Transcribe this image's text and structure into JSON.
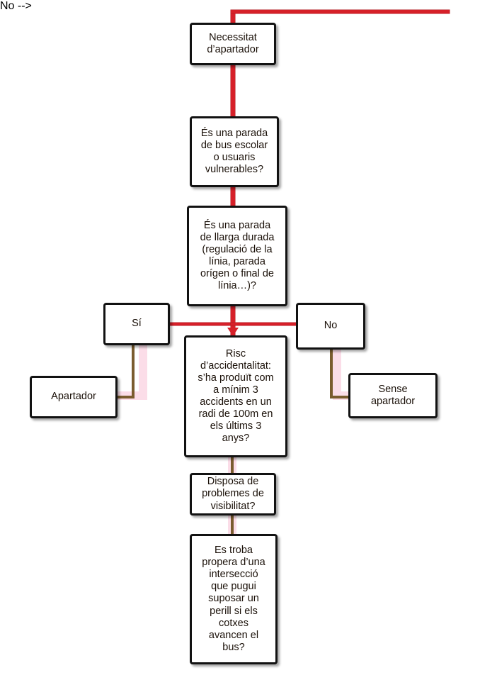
{
  "diagram": {
    "title": "Necessitat d'apartador decision flowchart",
    "colors": {
      "connector_red": "#d62029",
      "connector_brown": "#7a5c2e",
      "connector_halo_pink": "#fbdde8",
      "node_border": "#121212",
      "node_fill": "#ffffff",
      "text": "#1a1008"
    },
    "nodes": {
      "start": "Necessitat\nd’apartador",
      "q_school_bus": "És una parada\nde bus escolar\no usuaris\nvulnerables?",
      "q_long_stop": "És una parada\nde llarga durada\n(regulació de la\nlínia, parada\norígen o final de\nlínia…)?",
      "yes": "Sí",
      "no": "No",
      "q_accident_risk": "Risc\nd’accidentalitat:\ns’ha produït com\na mínim 3\naccidents en un\nradi de 100m en\nels últims 3\nanys?",
      "outcome_apartador": "Apartador",
      "outcome_sense_apartador": "Sense\napartador",
      "q_visibility": "Disposa de\nproblemes de\nvisibilitat?",
      "q_intersection": "Es troba\npropera d’una\nintersecció\nque pugui\nsuposar un\nperill si els\ncotxes\navancen el\nbus?"
    }
  }
}
